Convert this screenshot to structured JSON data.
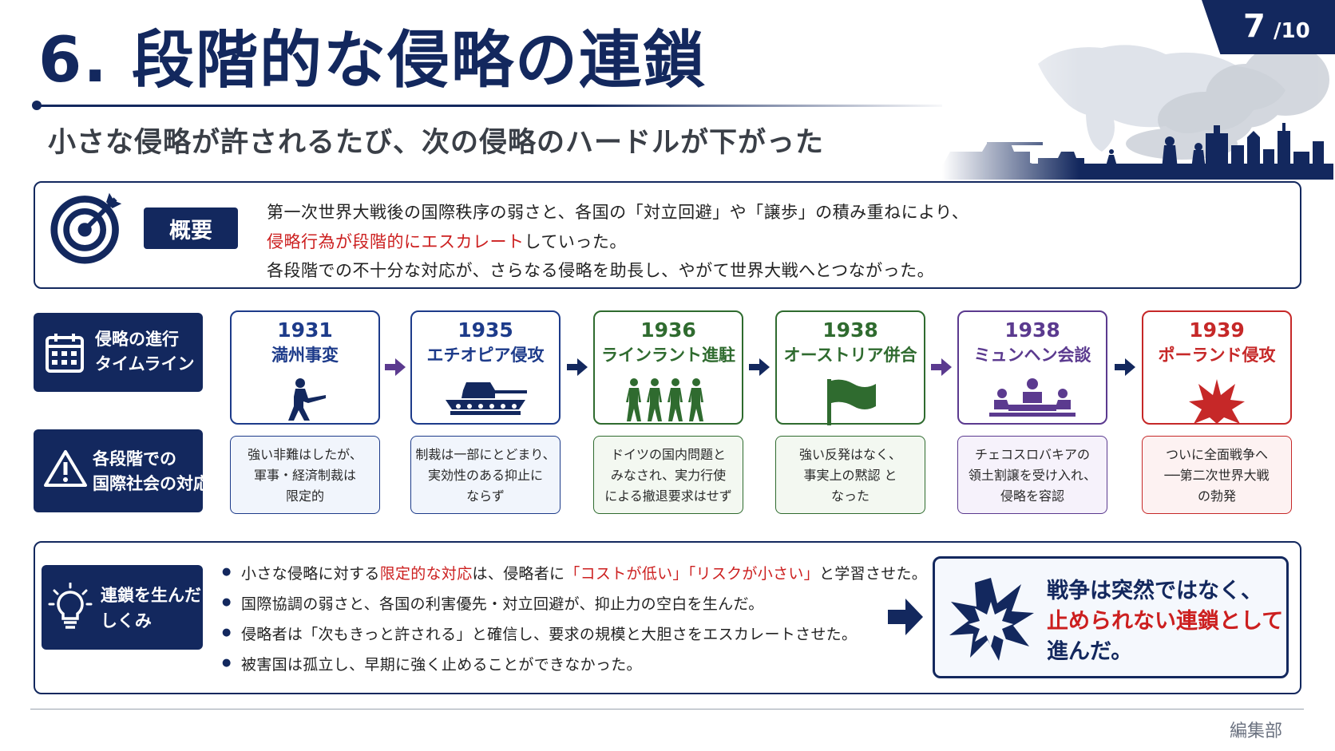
{
  "title": "6. 段階的な侵略の連鎖",
  "subtitle": "小さな侵略が許されるたび、次の侵略のハードルが下がった",
  "page": {
    "current": "7",
    "total": "/10"
  },
  "overview": {
    "label": "概要",
    "line1": "第一次世界大戦後の国際秩序の弱さと、各国の「対立回避」や「譲歩」の積み重ねにより、",
    "line2_red": "侵略行為が段階的にエスカレート",
    "line2_rest": "していった。",
    "line3": "各段階での不十分な対応が、さらなる侵略を助長し、やがて世界大戦へとつながった。"
  },
  "timeline_label": [
    "侵略の進行",
    "タイムライン"
  ],
  "response_label": [
    "各段階での",
    "国際社会の対応"
  ],
  "events": [
    {
      "year": "1931",
      "name": "満州事変",
      "icon": "soldier-icon",
      "color": "#1d3b8a",
      "bg": "#f1f5fc",
      "response": [
        "強い非難はしたが、",
        "軍事・経済制裁は",
        "限定的"
      ]
    },
    {
      "year": "1935",
      "name": "エチオピア侵攻",
      "icon": "tank-icon",
      "color": "#1d3b8a",
      "bg": "#f1f5fc",
      "response": [
        "制裁は一部にとどまり、",
        "実効性のある抑止に",
        "ならず"
      ]
    },
    {
      "year": "1936",
      "name": "ラインラント進駐",
      "icon": "marching-soldiers-icon",
      "color": "#2f6b2f",
      "bg": "#f3f8f1",
      "response": [
        "ドイツの国内問題と",
        "みなされ、実力行使",
        "による撤退要求はせず"
      ]
    },
    {
      "year": "1938",
      "name": "オーストリア併合",
      "icon": "flag-icon",
      "color": "#2f6b2f",
      "bg": "#f3f8f1",
      "response": [
        "強い反発はなく、",
        "事実上の黙認 と",
        "なった"
      ]
    },
    {
      "year": "1938",
      "name": "ミュンヘン会談",
      "icon": "meeting-icon",
      "color": "#5b3a8f",
      "bg": "#f6f2fb",
      "response": [
        "チェコスロバキアの",
        "領土割譲を受け入れ、",
        "侵略を容認"
      ]
    },
    {
      "year": "1939",
      "name": "ポーランド侵攻",
      "icon": "explosion-icon",
      "color": "#c62828",
      "bg": "#fdf2f2",
      "response": [
        "ついに全面戦争へ",
        "──第二次世界大戦",
        "の勃発"
      ]
    }
  ],
  "arrow_colors": [
    "#5b3a8f",
    "#13285e",
    "#13285e",
    "#5b3a8f",
    "#13285e"
  ],
  "mechanism": {
    "label": [
      "連鎖を生んだ",
      "しくみ"
    ],
    "b1": {
      "p1": "小さな侵略に対する",
      "red1": "限定的な対応",
      "p2": "は、侵略者に",
      "red2": "「コストが低い」「リスクが小さい」",
      "p3": "と学習させた。"
    },
    "b2": "国際協調の弱さと、各国の利害優先・対立回避が、抑止力の空白を生んだ。",
    "b3": "侵略者は「次もきっと許される」と確信し、要求の規模と大胆さをエスカレートさせた。",
    "b4": "被害国は孤立し、早期に強く止めることができなかった。"
  },
  "conclusion": {
    "line1": "戦争は突然ではなく、",
    "line2": "止められない連鎖として",
    "line3": "進んだ。"
  },
  "credit": "編集部",
  "colors": {
    "navy": "#13285e",
    "red": "#cc1f1f"
  }
}
